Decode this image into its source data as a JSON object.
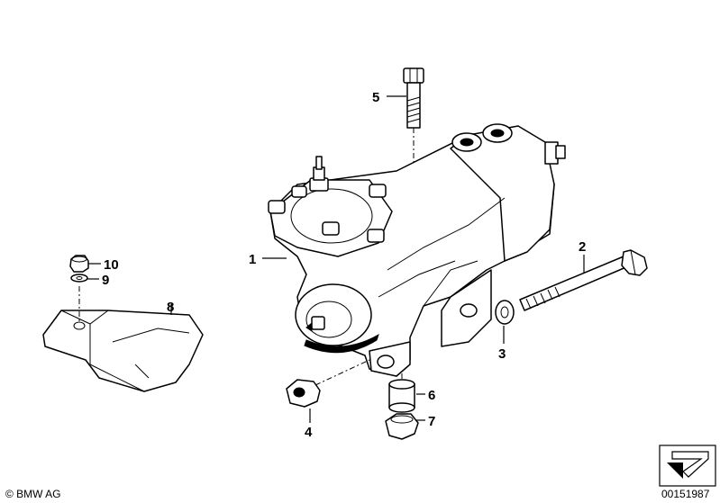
{
  "callouts": [
    {
      "id": "1",
      "text": "1"
    },
    {
      "id": "2",
      "text": "2"
    },
    {
      "id": "3",
      "text": "3"
    },
    {
      "id": "4",
      "text": "4"
    },
    {
      "id": "5",
      "text": "5"
    },
    {
      "id": "6",
      "text": "6"
    },
    {
      "id": "7",
      "text": "7"
    },
    {
      "id": "8",
      "text": "8"
    },
    {
      "id": "9",
      "text": "9"
    },
    {
      "id": "10",
      "text": "10"
    }
  ],
  "footer": {
    "copyright": "© BMW AG",
    "diagram_number": "00151987"
  }
}
